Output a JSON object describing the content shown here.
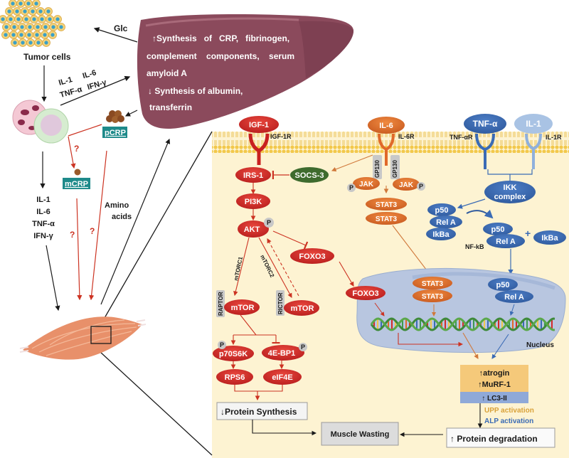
{
  "colors": {
    "liver": "#8b4a5c",
    "cell_bg": "#fdf3d2",
    "membrane": "#f2c84b",
    "red_node": "#d42a2a",
    "orange_node": "#e0692a",
    "green_node": "#3e6b2e",
    "blue_node": "#3a6bb5",
    "light_blue_node": "#a9c3e4",
    "nucleus": "#b8c6e0",
    "teal_label": "#1e8a8a",
    "phospho_badge": "#c8c8c8",
    "upp_box": "#f5c97a",
    "alp_box": "#8fa9d8",
    "upp_text": "#d9a23a",
    "alp_text": "#3a6bb5",
    "muscle": "#e8906a",
    "red_arrow": "#cc3322"
  },
  "left_panel": {
    "tumor_cells": "Tumor cells",
    "glc": "Glc",
    "cytokines_top": [
      "IL-1",
      "IL-6",
      "TNF-α",
      "IFN-γ"
    ],
    "cytokines_side": [
      "IL-1",
      "IL-6",
      "TNF-α",
      "IFN-γ"
    ],
    "pcrp": "pCRP",
    "mcrp": "mCRP",
    "question": "?",
    "amino_acids": [
      "Amino",
      "acids"
    ]
  },
  "liver": {
    "line1": "↑Synthesis   of   CRP,   fibrinogen,",
    "line2": "complement    components,    serum",
    "line3": "amyloid A",
    "line4": "↓ Synthesis of albumin,",
    "line5": "transferrin"
  },
  "receptors": {
    "igf1": "IGF-1",
    "igf1r": "IGF-1R",
    "il6": "IL-6",
    "il6r": "IL-6R",
    "tnfa": "TNF-α",
    "tnfar": "TNF-αR",
    "il1": "IL-1",
    "il1r": "IL-1R"
  },
  "igf_path": {
    "irs1": "IRS-1",
    "socs3": "SOCS-3",
    "pi3k": "PI3K",
    "akt": "AKT",
    "p": "P",
    "mtorc1": "mTORC1",
    "mtorc2": "mTORC2",
    "raptor": "RAPTOR",
    "rictor": "RICTOR",
    "mtor": "mTOR",
    "foxo3": "FOXO3",
    "p70s6k": "p70S6K",
    "4ebp1": "4E-BP1",
    "rps6": "RPS6",
    "eif4e": "eIF4E",
    "protein_synthesis": "↓Protein Synthesis"
  },
  "il6_path": {
    "gp130": "GP130",
    "jak": "JAK",
    "stat3": "STAT3"
  },
  "nfkb_path": {
    "ikk1": "IKK",
    "ikk2": "complex",
    "p50": "p50",
    "rela": "Rel A",
    "ikba": "IkBa",
    "nfkb": "NF-kB",
    "plus": "+"
  },
  "nucleus": {
    "label": "Nucleus"
  },
  "outcome": {
    "atrogin": "↑atrogin",
    "murf1": "↑MuRF-1",
    "lc3": "↑ LC3-II",
    "upp": "UPP activation",
    "alp": "ALP activation",
    "protein_degradation": "↑ Protein degradation",
    "muscle_wasting": "Muscle Wasting"
  }
}
